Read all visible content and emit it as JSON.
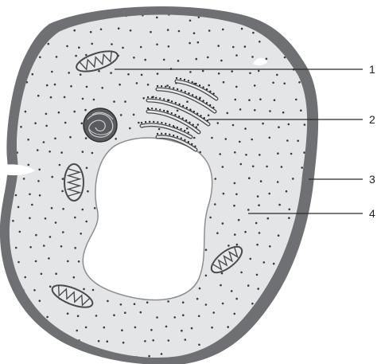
{
  "colors": {
    "membrane": "#6f7073",
    "cytoplasm": "#e3e5e6",
    "nucleus": "#ffffff",
    "organelle_fill": "#e8e9ea",
    "organelle_stroke": "#4a4b4e",
    "dots": "#3a3b3d",
    "label_line": "#2a2a2a"
  },
  "icons": {
    "mitochondrion": "mitochondrion-icon",
    "nucleolus": "nucleolus-icon",
    "endoplasmic_reticulum": "rough-er-icon"
  },
  "labels": [
    {
      "text": "1"
    },
    {
      "text": "2"
    },
    {
      "text": "3"
    },
    {
      "text": "4"
    }
  ]
}
